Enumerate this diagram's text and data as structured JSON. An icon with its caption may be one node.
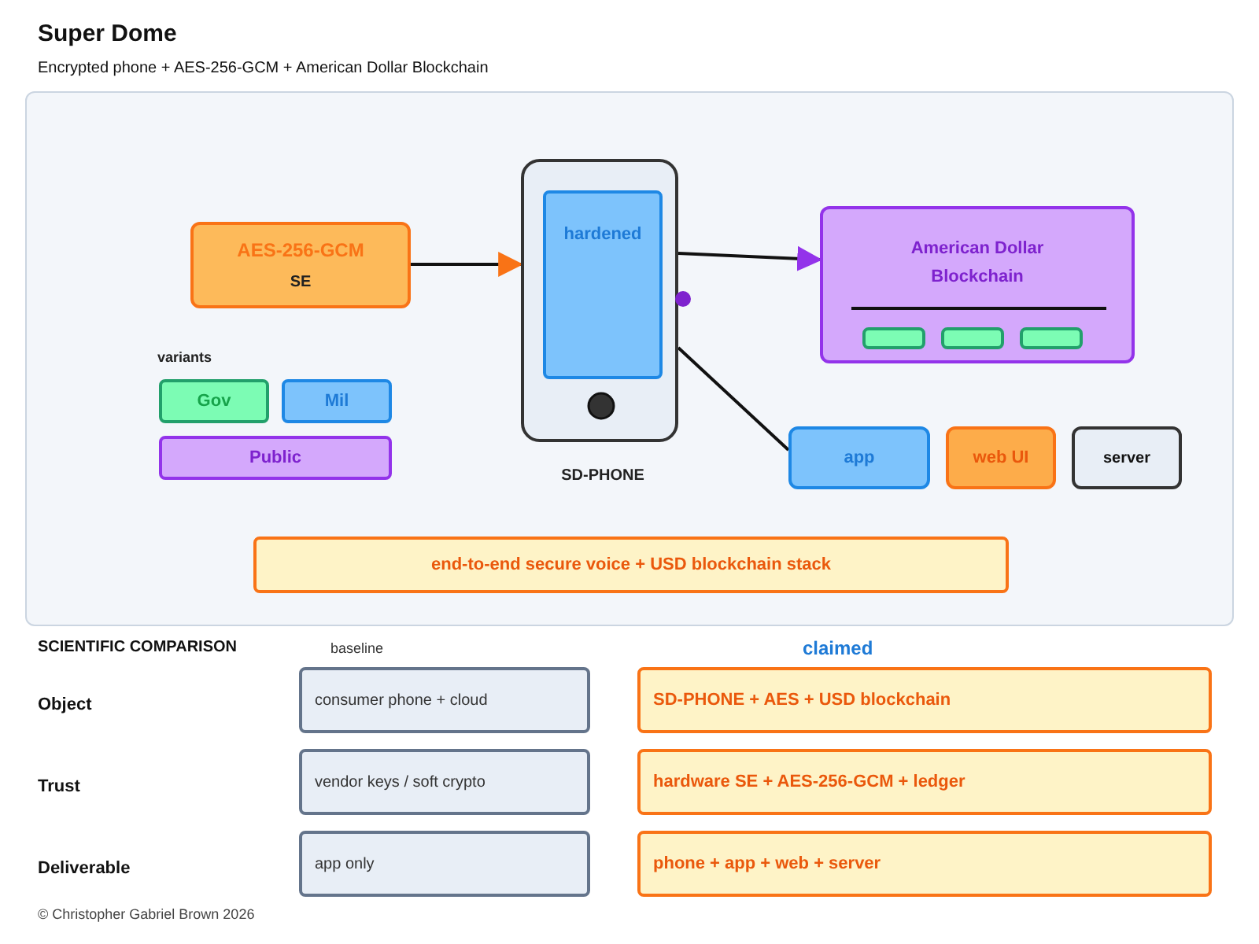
{
  "diagram": {
    "title": "Super Dome",
    "caption": "Encrypted phone + AES-256-GCM + American Dollar Blockchain",
    "nodes": [
      {
        "text": [],
        "shape": "box"
      },
      {
        "text": [
          "AES-256-GCM",
          "SE"
        ],
        "in": 0
      },
      {
        "text": [
          "SD-PHONE"
        ],
        "in": 0
      },
      {
        "text": [
          "hardened"
        ],
        "in": 2
      },
      {
        "text": [
          "American Dollar Blockchain"
        ],
        "in": 0
      },
      {
        "text": [],
        "shape": "bar",
        "in": 4
      },
      {
        "text": [],
        "shape": "bar",
        "in": 4
      },
      {
        "text": [],
        "shape": "bar",
        "in": 4
      },
      {
        "text": [
          "Gov"
        ],
        "in": 0
      },
      {
        "text": [
          "Mil"
        ],
        "in": 0
      },
      {
        "text": [
          "Public"
        ],
        "in": 0
      },
      {
        "text": [
          "app"
        ],
        "in": 0
      },
      {
        "text": [
          "web UI"
        ],
        "in": 0
      },
      {
        "text": [
          "server"
        ],
        "in": 0
      },
      {
        "text": [
          "end-to-end secure voice + USD blockchain stack"
        ],
        "in": 0
      },
      {
        "text": [
          "consumer phone + cloud"
        ]
      },
      {
        "text": [
          "SD-PHONE + AES + USD blockchain"
        ]
      },
      {
        "text": [
          "vendor keys / soft crypto"
        ]
      },
      {
        "text": [
          "hardware SE + AES-256-GCM + ledger"
        ]
      },
      {
        "text": [
          "app only"
        ]
      },
      {
        "text": [
          "phone + app + web + server"
        ]
      }
    ],
    "edges": [
      {
        "from": 1,
        "to": 2,
        "arrow": "to"
      },
      {
        "from": 2,
        "to": 4,
        "arrow": "to"
      },
      {
        "from": 2,
        "to": 11,
        "arrow": "none"
      }
    ],
    "labels": [
      "variants",
      "SCIENTIFIC COMPARISON",
      "baseline",
      "claimed",
      "Object",
      "Trust",
      "Deliverable",
      "© Christopher Gabriel Brown 2026"
    ]
  }
}
